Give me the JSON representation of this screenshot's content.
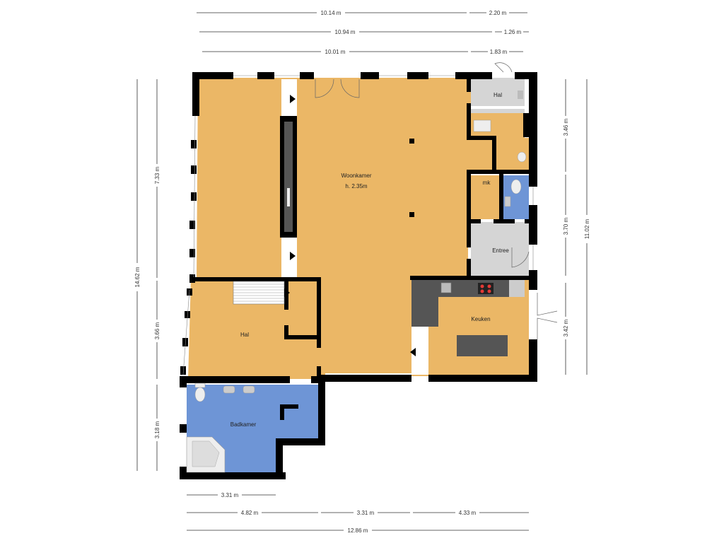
{
  "colors": {
    "living": "#EBB766",
    "wet": "#6E95D6",
    "grey": "#D5D5D5",
    "wall": "#000000",
    "counter": "#555555",
    "background": "#FFFFFF"
  },
  "rooms": {
    "woonkamer": {
      "name": "Woonkamer",
      "height": "h. 2.35m"
    },
    "hal_top": {
      "name": "Hal"
    },
    "mk": {
      "name": "mk"
    },
    "entree": {
      "name": "Entree"
    },
    "keuken": {
      "name": "Keuken"
    },
    "hal_left": {
      "name": "Hal"
    },
    "badkamer": {
      "name": "Badkamer"
    }
  },
  "dimensions": {
    "top_row1": [
      "10.14 m",
      "2.20 m"
    ],
    "top_row2": [
      "10.94 m",
      "1.26 m"
    ],
    "top_row3": [
      "10.01 m",
      "1.83 m"
    ],
    "left_outer": "14.62 m",
    "left_inner": [
      "7.33 m",
      "3.66 m",
      "3.18 m"
    ],
    "right_inner": [
      "3.46 m",
      "3.70 m",
      "3.42 m"
    ],
    "right_outer": "11.02 m",
    "bottom_row1": "3.31 m",
    "bottom_row2": [
      "4.82 m",
      "3.31 m",
      "4.33 m"
    ],
    "bottom_row3": "12.86 m"
  },
  "icons": [
    "door-icon",
    "toilet-icon",
    "sink-icon",
    "bathtub-icon",
    "hob-icon",
    "stairs-icon"
  ]
}
